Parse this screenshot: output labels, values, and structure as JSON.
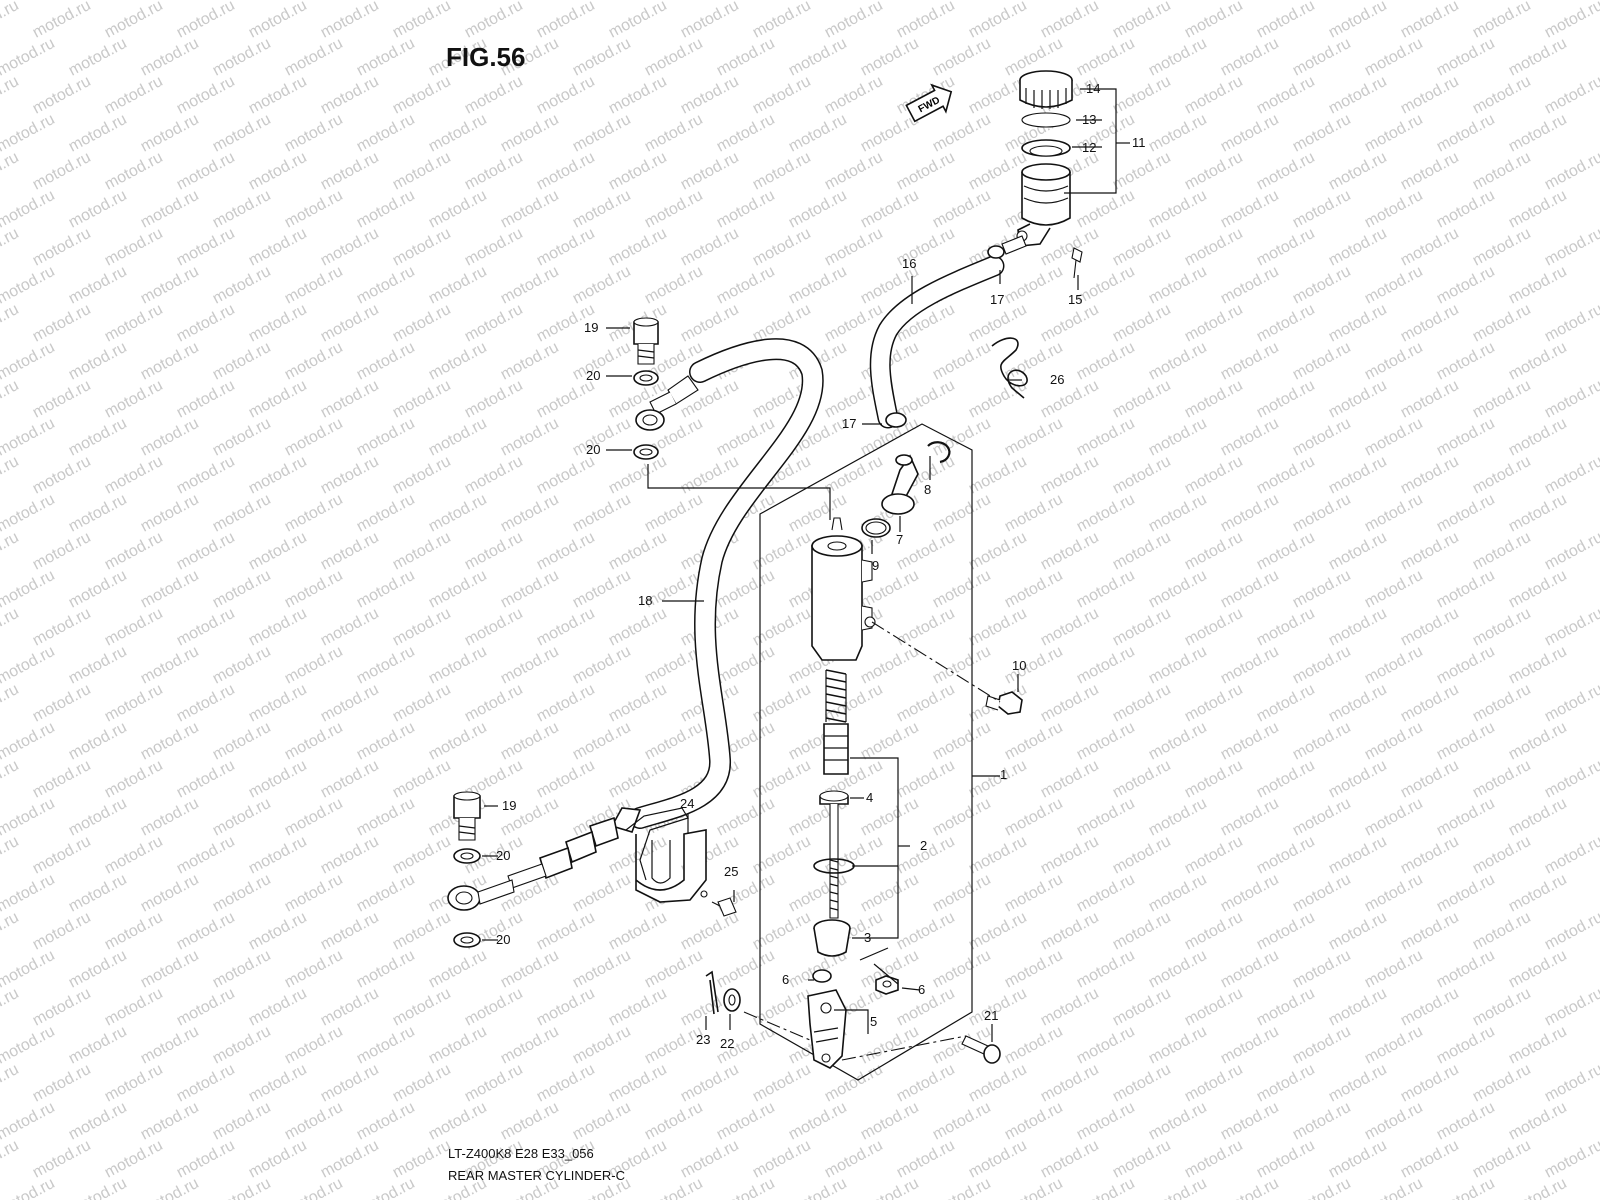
{
  "figure": {
    "title": "FIG.56",
    "model_code": "LT-Z400K8 E28 E33_056",
    "caption": "REAR MASTER CYLINDER-C",
    "forward_badge": "FWD",
    "watermark": "motod.ru"
  },
  "callouts": [
    "1",
    "2",
    "3",
    "4",
    "5",
    "6",
    "6",
    "7",
    "8",
    "9",
    "10",
    "11",
    "12",
    "13",
    "14",
    "15",
    "16",
    "17",
    "17",
    "18",
    "19",
    "19",
    "20",
    "20",
    "20",
    "20",
    "21",
    "22",
    "23",
    "24",
    "25",
    "26"
  ]
}
